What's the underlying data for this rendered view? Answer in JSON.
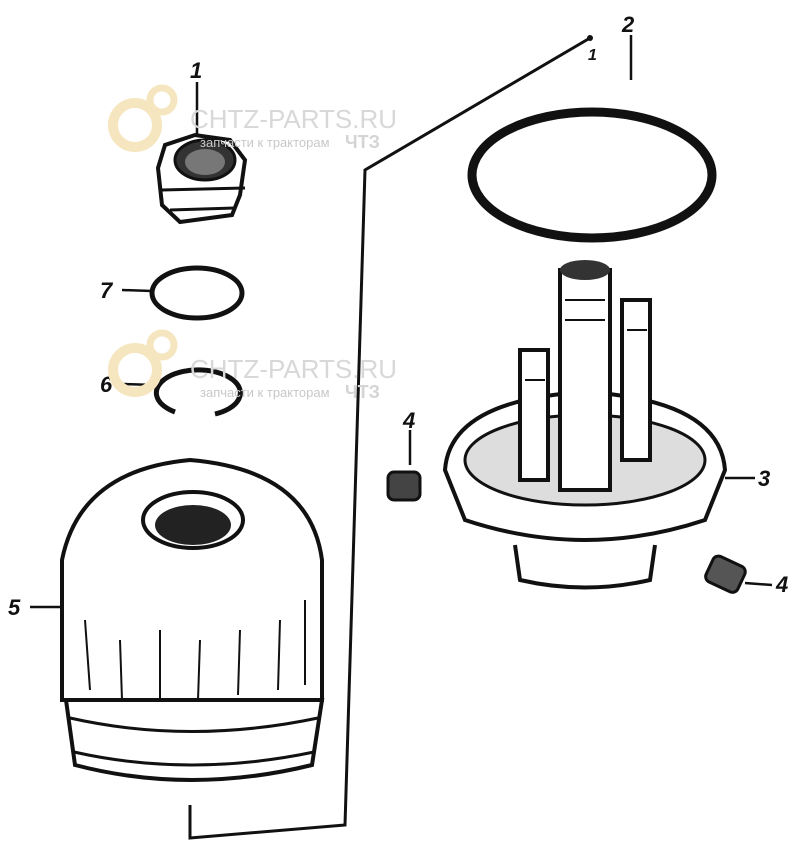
{
  "watermark": {
    "site": "CHTZ-PARTS.RU",
    "tagline": "запчасти к тракторам",
    "brand": "ЧТЗ"
  },
  "callouts": {
    "nut": "1",
    "bracket": "1",
    "large_ring": "2",
    "filter_head": "3",
    "plug_left": "4",
    "plug_right": "4",
    "filter_canister": "5",
    "split_ring": "6",
    "small_ring": "7"
  }
}
